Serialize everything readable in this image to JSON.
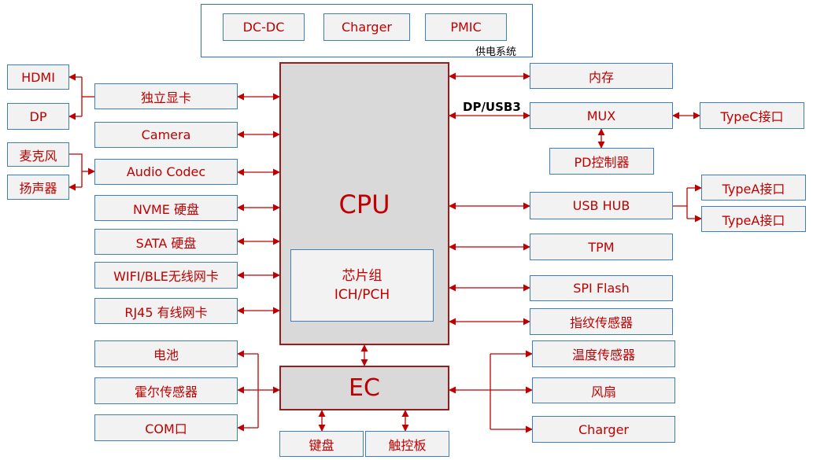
{
  "power": {
    "label": "供电系统",
    "items": [
      "DC-DC",
      "Charger",
      "PMIC"
    ]
  },
  "cpu": {
    "title": "CPU",
    "chipset_line1": "芯片组",
    "chipset_line2": "ICH/PCH"
  },
  "ec": {
    "title": "EC"
  },
  "left_display": [
    "HDMI",
    "DP"
  ],
  "left_audio": [
    "麦克风",
    "扬声器"
  ],
  "left_cpu_peripherals": [
    "独立显卡",
    "Camera",
    "Audio Codec",
    "NVME 硬盘",
    "SATA 硬盘",
    "WIFI/BLE无线网卡",
    "RJ45 有线网卡"
  ],
  "left_ec_peripherals": [
    "电池",
    "霍尔传感器",
    "COM口"
  ],
  "bottom_ec_peripherals": [
    "键盘",
    "触控板"
  ],
  "right_cpu_peripherals": {
    "memory": "内存",
    "mux_link_label": "DP/USB3",
    "mux": "MUX",
    "typec": "TypeC接口",
    "pd": "PD控制器",
    "usb_hub": "USB HUB",
    "typea_1": "TypeA接口",
    "typea_2": "TypeA接口",
    "tpm": "TPM",
    "spi_flash": "SPI Flash",
    "fingerprint": "指纹传感器"
  },
  "right_ec_peripherals": [
    "温度传感器",
    "风扇",
    "Charger"
  ],
  "colors": {
    "arrow": "#c00000",
    "box_border": "#3f7fb8",
    "text": "#c00000",
    "core_fill": "#d9d9d9"
  }
}
